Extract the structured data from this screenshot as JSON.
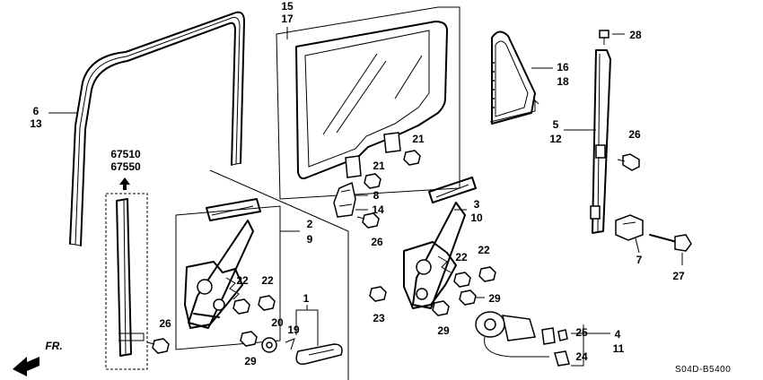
{
  "callouts": [
    {
      "id": "c6",
      "text": "6"
    },
    {
      "id": "c13",
      "text": "13"
    },
    {
      "id": "c15",
      "text": "15"
    },
    {
      "id": "c17",
      "text": "17"
    },
    {
      "id": "c16",
      "text": "16"
    },
    {
      "id": "c18",
      "text": "18"
    },
    {
      "id": "c28",
      "text": "28"
    },
    {
      "id": "c5",
      "text": "5"
    },
    {
      "id": "c12",
      "text": "12"
    },
    {
      "id": "c26a",
      "text": "26"
    },
    {
      "id": "c67510",
      "text": "67510"
    },
    {
      "id": "c67550",
      "text": "67550"
    },
    {
      "id": "c21a",
      "text": "21"
    },
    {
      "id": "c21b",
      "text": "21"
    },
    {
      "id": "c8",
      "text": "8"
    },
    {
      "id": "c14",
      "text": "14"
    },
    {
      "id": "c26b",
      "text": "26"
    },
    {
      "id": "c3",
      "text": "3"
    },
    {
      "id": "c10",
      "text": "10"
    },
    {
      "id": "c2",
      "text": "2"
    },
    {
      "id": "c9",
      "text": "9"
    },
    {
      "id": "c7",
      "text": "7"
    },
    {
      "id": "c27",
      "text": "27"
    },
    {
      "id": "c22a",
      "text": "22"
    },
    {
      "id": "c22b",
      "text": "22"
    },
    {
      "id": "c22c",
      "text": "22"
    },
    {
      "id": "c22d",
      "text": "22"
    },
    {
      "id": "c29a",
      "text": "29"
    },
    {
      "id": "c1",
      "text": "1"
    },
    {
      "id": "c23",
      "text": "23"
    },
    {
      "id": "c26c",
      "text": "26"
    },
    {
      "id": "c20",
      "text": "20"
    },
    {
      "id": "c19",
      "text": "19"
    },
    {
      "id": "c29b",
      "text": "29"
    },
    {
      "id": "c29c",
      "text": "29"
    },
    {
      "id": "c4",
      "text": "4"
    },
    {
      "id": "c25",
      "text": "25"
    },
    {
      "id": "c11",
      "text": "11"
    },
    {
      "id": "c24",
      "text": "24"
    }
  ],
  "direction_label": "FR.",
  "diagram_code": "S04D-B5400"
}
